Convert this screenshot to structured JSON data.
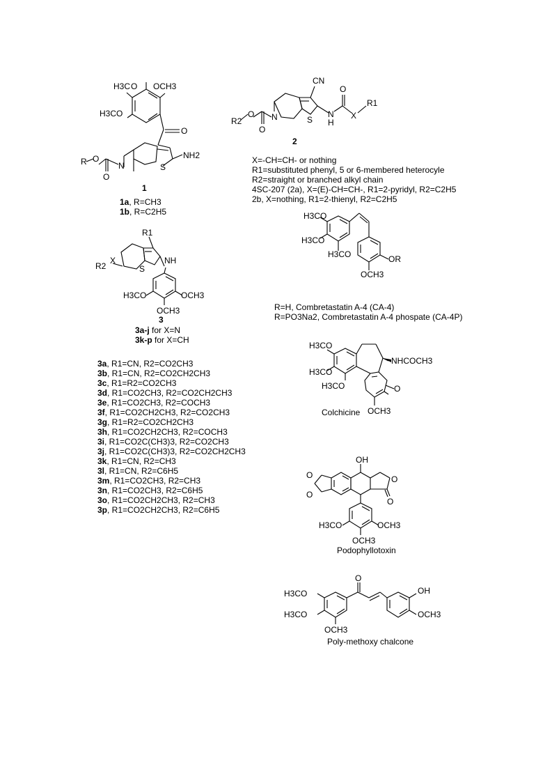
{
  "compound1": {
    "number": "1",
    "labels": {
      "h3co_top": "H3C",
      "och3_top": "OCH3",
      "h3co_left": "H3CO",
      "o": "O",
      "nh2": "NH2",
      "s": "S",
      "n": "N",
      "r": "R",
      "o2": "O",
      "o3": "O"
    },
    "variants": [
      {
        "id": "1a",
        "text": ", R=CH3"
      },
      {
        "id": "1b",
        "text": ", R=C2H5"
      }
    ]
  },
  "compound2": {
    "number": "2",
    "labels": {
      "cn": "CN",
      "o_amide": "O",
      "x": "X",
      "r1": "R1",
      "n_h": "N",
      "h": "H",
      "s": "S",
      "n": "N",
      "r2": "R2",
      "o_ester": "O",
      "o2": "O"
    },
    "notes": [
      "X=-CH=CH- or nothing",
      "R1=substituted phenyl, 5 or 6-membered heterocyle",
      "R2=straight or branched alkyl chain",
      "4SC-207 (2a), X=(E)-CH=CH-, R1=2-pyridyl, R2=C2H5",
      "2b, X=nothing, R1=2-thienyl, R2=C2H5"
    ]
  },
  "compound3": {
    "number": "3",
    "labels": {
      "r1": "R1",
      "nh": "NH",
      "r2": "R2",
      "x": "X",
      "s": "S",
      "h3co": "H3CO",
      "och3_r": "OCH3",
      "och3_b": "OCH3"
    },
    "ranges": [
      {
        "id": "3a-j",
        "text": " for X=N"
      },
      {
        "id": "3k-p",
        "text": " for X=CH"
      }
    ],
    "variants": [
      {
        "id": "3a",
        "text": ", R1=CN, R2=CO2CH3"
      },
      {
        "id": "3b",
        "text": ", R1=CN, R2=CO2CH2CH3"
      },
      {
        "id": "3c",
        "text": ", R1=R2=CO2CH3"
      },
      {
        "id": "3d",
        "text": ", R1=CO2CH3, R2=CO2CH2CH3"
      },
      {
        "id": "3e",
        "text": ", R1=CO2CH3, R2=COCH3"
      },
      {
        "id": "3f",
        "text": ", R1=CO2CH2CH3, R2=CO2CH3"
      },
      {
        "id": "3g",
        "text": ", R1=R2=CO2CH2CH3"
      },
      {
        "id": "3h",
        "text": ", R1=CO2CH2CH3, R2=COCH3"
      },
      {
        "id": "3i",
        "text": ", R1=CO2C(CH3)3, R2=CO2CH3"
      },
      {
        "id": "3j",
        "text": ", R1=CO2C(CH3)3, R2=CO2CH2CH3"
      },
      {
        "id": "3k",
        "text": ", R1=CN, R2=CH3"
      },
      {
        "id": "3l",
        "text": ", R1=CN, R2=C6H5"
      },
      {
        "id": "3m",
        "text": ", R1=CO2CH3, R2=CH3"
      },
      {
        "id": "3n",
        "text": ", R1=CO2CH3, R2=C6H5"
      },
      {
        "id": "3o",
        "text": ", R1=CO2CH2CH3, R2=CH3"
      },
      {
        "id": "3p",
        "text": ", R1=CO2CH2CH3, R2=C6H5"
      }
    ]
  },
  "combretastatin": {
    "labels": {
      "h3co1": "H3CO",
      "h3co2": "H3CO",
      "h3co3": "H3CO",
      "or": "OR",
      "och3": "OCH3"
    },
    "captions": [
      "R=H, Combretastatin A-4 (CA-4)",
      "R=PO3Na2, Combretastatin A-4 phospate (CA-4P)"
    ]
  },
  "colchicine": {
    "labels": {
      "h3co1": "H3CO",
      "h3co2": "H3CO",
      "h3co3": "H3CO",
      "nhcoch3": "NHCOCH3",
      "o": "O",
      "och3": "OCH3"
    },
    "caption": "Colchicine"
  },
  "podophyllotoxin": {
    "labels": {
      "oh": "OH",
      "o1": "O",
      "o2": "O",
      "o3": "O",
      "o4": "O",
      "h3co": "H3CO",
      "och3_r": "OCH3",
      "och3_b": "OCH3"
    },
    "caption": "Podophyllotoxin"
  },
  "chalcone": {
    "labels": {
      "o": "O",
      "h3co1": "H3CO",
      "h3co2": "H3CO",
      "oh": "OH",
      "och3_b": "OCH3",
      "och3_r": "OCH3"
    },
    "caption": "Poly-methoxy chalcone"
  }
}
